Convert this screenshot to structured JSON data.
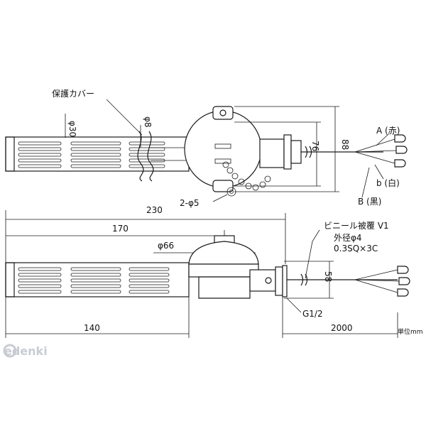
{
  "labels": {
    "protective_cover": "保護カバー",
    "phi30": "φ30",
    "phi8": "φ8",
    "dim76": "76",
    "dim88": "88",
    "wire_a": "A (赤)",
    "wire_b_small": "b (白)",
    "wire_b_large": "B (黒)",
    "holes": "2-φ5",
    "dim230": "230",
    "dim170": "170",
    "vinyl_coating": "ビニール被覆 V1",
    "outer_dia": "外径φ4",
    "conductor": "0.3SQ×3C",
    "phi66": "φ66",
    "dim58": "58",
    "thread": "G1/2",
    "dim140": "140",
    "dim2000": "2000",
    "unit": "単位mm"
  },
  "watermark": "edenki"
}
